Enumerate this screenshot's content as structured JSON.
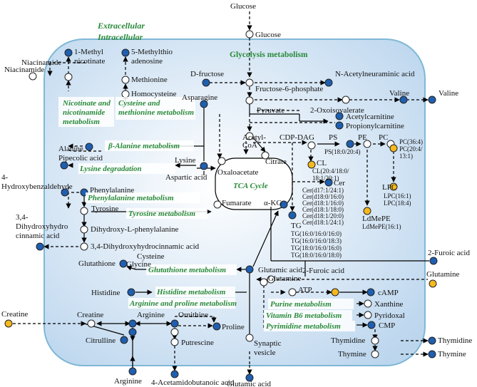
{
  "colors": {
    "blue": "#1f5fb0",
    "orange": "#f5b91e",
    "white": "#ffffff",
    "pathway": "#2a8a3a",
    "cell_fill": "#cfe2f3"
  },
  "headers": {
    "extracellular": "Extracellular",
    "intracellular": "Intracellular"
  },
  "pathways": {
    "glycolysis": "Glycolysis metabolism",
    "nicotinate": [
      "Nicotinate and",
      "nicotinamide",
      "metabolism"
    ],
    "cysteine": [
      "Cysteine and",
      "methionine metabolism"
    ],
    "beta_alanine": "β-Alanine metabolism",
    "lysine": "Lysine degradation",
    "phenylalanine": "Phenylalanine metabolism",
    "tyrosine": "Tyrosine metabolism",
    "tca": "TCA Cycle",
    "glutathione": "Glutathione metabolism",
    "histidine": "Histidine metabolism",
    "arginine": "Arginine and proline metabolism",
    "purine": "Purine metabolism",
    "vitb6": "Vitamin B6 metabolism",
    "pyrimidine": "Pyrimidine metabolism"
  },
  "labels": {
    "glucose_top": "Glucose",
    "glucose": "Glucose",
    "d_fructose": "D-fructose",
    "f6p": "Fructose-6-phosphate",
    "n_acetyl": "N-Acetylneuraminic acid",
    "pyruvate": "Pyruvate",
    "oxoisovalerate": "2-Oxoisovalerate",
    "valine_in": "Valine",
    "valine_out": "Valine",
    "acetylcarnitine": "Acetylcarnitine",
    "propionylcarnitine": "Propionylcarnitine",
    "acetylcoa_1": "Acetyl-",
    "acetylcoa_2": "CoA",
    "cdp_dag": "CDP-DAG",
    "ps": "PS",
    "pe": "PE",
    "pc": "PC",
    "ps_species": "PS(18:0/20:4)",
    "pc_species_1": "PC(36:4)",
    "pc_species_2": "PC(20:4/",
    "pc_species_3": "13:1)",
    "cl": "CL",
    "cl_species_1": "CL(20:4/18:0/",
    "cl_species_2": "18:1/20:1)",
    "lpc": "LPC",
    "lpc_species_1": "LPC(16:1)",
    "lpc_species_2": "LPC(18:4)",
    "ldmpe": "LdMePE",
    "ldmpe_species": "LdMePE(16:1)",
    "cer": "Cer",
    "cer_species": [
      "Cer(d17:1/24:1)",
      "Cer(d18:0/16:0)",
      "Cer(d18:1/16:0)",
      "Cer(d18:1/18:0)",
      "Cer(d18:1/20:0)",
      "Cer(d18:1/24:1)"
    ],
    "tg": "TG",
    "tg_species": [
      "TG(16:0/16:0/16:0)",
      "TG(16:0/16:0/18:3)",
      "TG(18:0/16:0/16:0)",
      "TG(18:0/16:0/18:0)"
    ],
    "citrate": "Citrate",
    "oxaloacetate": "Oxaloacetate",
    "fumarate": "Fumarate",
    "akg": "α-KG",
    "niacinamide_out": "Niacinamide",
    "niacinamide": "Niacinamide",
    "methylnicotinate_1": "1-Methyl",
    "methylnicotinate_2": "nicotinate",
    "mta_1": "5-Methylthio",
    "mta_2": "adenosine",
    "methionine": "Methionine",
    "homocysteine": "Homocysteine",
    "asparagine": "Asparagine",
    "alanine": "Alanine",
    "pipecolic": "Pipecolic acid",
    "lysine": "Lysine",
    "aspartic": "Aspartic acid",
    "hbz_1": "4-",
    "hbz_2": "Hydroxybenzaldehyde",
    "phenylalanine": "Phenylalanine",
    "tyrosine": "Tyrosine",
    "dopa": "Dihydroxy-L-phenylalanine",
    "dhca_out_1": "3,4-",
    "dhca_out_2": "Dihydroxyhydro",
    "dhca_out_3": "cinnamic acid",
    "dhca": "3,4-Dihydroxyhydrocinnamic acid",
    "cysteine": "Cysteine",
    "glycine": "Glycine",
    "glutathione": "Glutathione",
    "glutamic": "Glutamic acid",
    "glutamine": "Glutamine",
    "glutamine_out": "Glutamine",
    "furoic_out": "2-Furoic acid",
    "furoic": "2-Furoic acid",
    "histidine": "Histidine",
    "atp": "ATP",
    "camp": "cAMP",
    "xanthine": "Xanthine",
    "pyridoxal": "Pyridoxal",
    "cmp": "CMP",
    "thymidine": "Thymidine",
    "thymidine_out": "Thymidine",
    "thymine": "Thymine",
    "thymine_out": "Thymine",
    "creatine_out": "Creatine",
    "creatine": "Creatine",
    "arginine": "Arginine",
    "arginine_out": "Arginine",
    "ornithine": "Ornithine",
    "proline": "Proline",
    "citrulline": "Citrulline",
    "putrescine": "Putrescine",
    "acetamidobutanoic": "4-Acetamidobutanoic acid",
    "synaptic_1": "Synaptic",
    "synaptic_2": "vesicle",
    "glutamic_out": "Glutamic acid"
  }
}
